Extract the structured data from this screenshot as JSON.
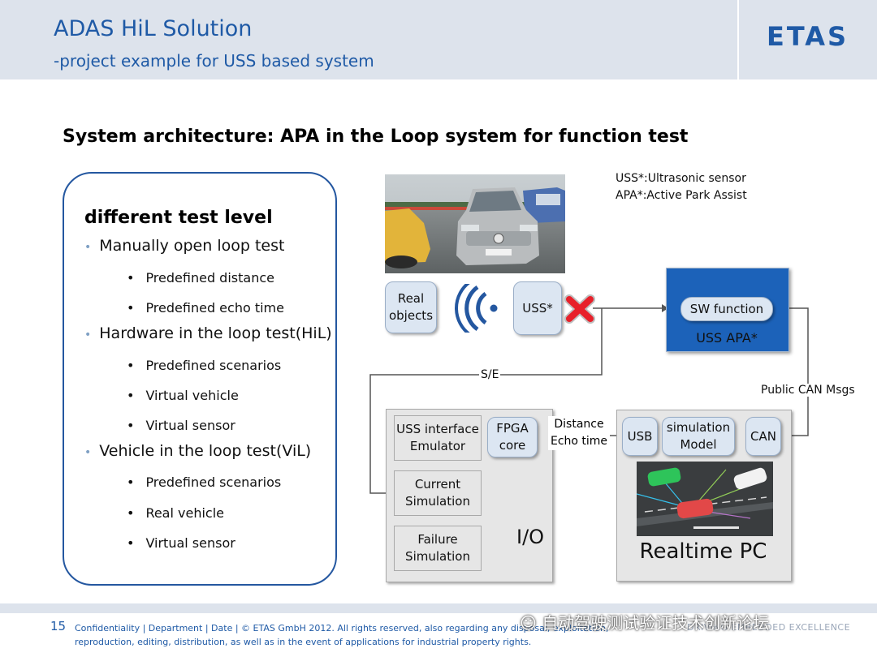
{
  "header": {
    "title": "ADAS HiL Solution",
    "subtitle": "-project example for USS based system",
    "logo": "ETAS"
  },
  "heading": "System architecture: APA in the Loop system for function test",
  "test_levels": {
    "title": "different test level",
    "items": [
      {
        "label": "Manually open loop test",
        "sub": [
          "Predefined distance",
          "Predefined echo time"
        ]
      },
      {
        "label": "Hardware in the loop test(HiL)",
        "sub": [
          "Predefined scenarios",
          "Virtual vehicle",
          "Virtual sensor"
        ]
      },
      {
        "label": "Vehicle in the loop test(ViL)",
        "sub": [
          "Predefined scenarios",
          "Real vehicle",
          "Virtual sensor"
        ]
      }
    ]
  },
  "diagram": {
    "legend": [
      "USS*:Ultrasonic sensor",
      "APA*:Active Park Assist"
    ],
    "real_objects": "Real objects",
    "uss": "USS*",
    "sw_function": "SW function",
    "uss_apa": "USS APA*",
    "se_label": "S/E",
    "public_can": "Public CAN Msgs",
    "io": {
      "label": "I/O",
      "uss_interface": "USS interface Emulator",
      "fpga": "FPGA core",
      "current_sim": "Current Simulation",
      "failure_sim": "Failure Simulation"
    },
    "distance_echo": "Distance Echo time",
    "realtime": {
      "label": "Realtime PC",
      "usb": "USB",
      "sim_model": "simulation Model",
      "can": "CAN"
    },
    "colors": {
      "apa_box": "#1c62b9",
      "pill": "#dce6f2",
      "cross": "#e8202a",
      "waves": "#2457a0"
    }
  },
  "footer": {
    "page": "15",
    "text": "Confidentiality | Department | Date | © ETAS GmbH 2012. All rights reserved, also regarding any disposal, exploitation, reproduction, editing, distribution, as well as in the event of applications for industrial property rights.",
    "tagline": "DRIVING EMBEDDED EXCELLENCE",
    "watermark": "自动驾驶测试验证技术创新论坛"
  }
}
